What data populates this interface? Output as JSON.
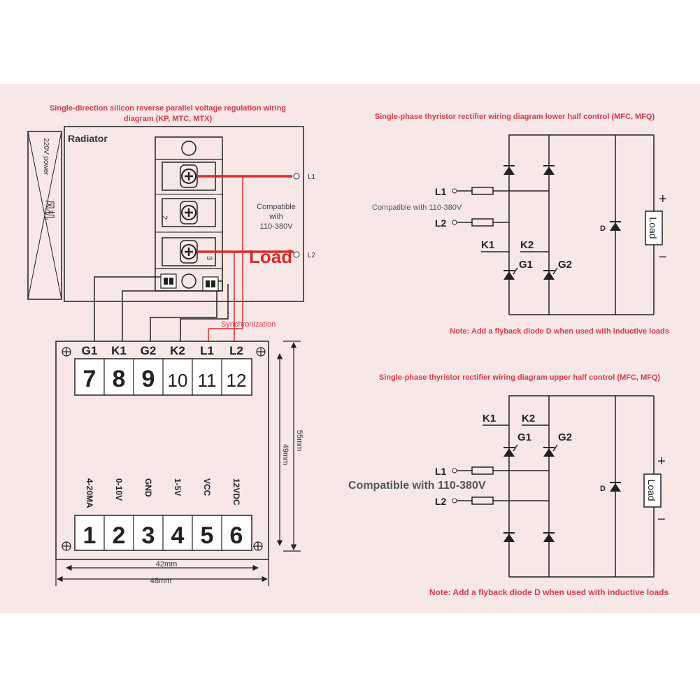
{
  "left_diagram": {
    "title_line1": "Single-direction silicon reverse parallel voltage regulation wiring",
    "title_line2": "diagram (KP, MTC, MTX)",
    "radiator_label": "Radiator",
    "fan_power_label": "220V power",
    "fan_label": "风机",
    "module_terminal_2": "2",
    "module_terminal_3": "3",
    "line1_label": "L1",
    "line2_label": "L2",
    "compatible_line1": "Compatible",
    "compatible_line2": "with",
    "compatible_line3": "110-380V",
    "load_label": "Load",
    "sync_label": "Synchronization",
    "top_terminals": [
      {
        "name": "G1",
        "number": "7"
      },
      {
        "name": "K1",
        "number": "8"
      },
      {
        "name": "G2",
        "number": "9"
      },
      {
        "name": "K2",
        "number": "10"
      },
      {
        "name": "L1",
        "number": "11"
      },
      {
        "name": "L2",
        "number": "12"
      }
    ],
    "bottom_terminals": [
      {
        "name": "4-20MA",
        "number": "1"
      },
      {
        "name": "0-10V",
        "number": "2"
      },
      {
        "name": "GND",
        "number": "3"
      },
      {
        "name": "1-5V",
        "number": "4"
      },
      {
        "name": "VCC",
        "number": "5"
      },
      {
        "name": "12VDC",
        "number": "6"
      }
    ],
    "dim_55": "55mm",
    "dim_49": "49mm",
    "dim_42": "42mm",
    "dim_48": "48mm"
  },
  "right_top": {
    "title": "Single-phase thyristor rectifier wiring diagram lower half control (MFC, MFQ)",
    "l1": "L1",
    "l2": "L2",
    "compatible": "Compatible with 110-380V",
    "k1": "K1",
    "k2": "K2",
    "g1": "G1",
    "g2": "G2",
    "d": "D",
    "load": "Load",
    "plus": "+",
    "minus": "−",
    "note": "Note: Add a flyback diode D when used with inductive loads"
  },
  "right_bottom": {
    "title": "Single-phase thyristor rectifier wiring diagram upper half control (MFC, MFQ)",
    "k1": "K1",
    "k2": "K2",
    "g1": "G1",
    "g2": "G2",
    "l1": "L1",
    "l2": "L2",
    "compatible": "Compatible with 110-380V",
    "d": "D",
    "load": "Load",
    "plus": "+",
    "minus": "−",
    "note": "Note: Add a flyback diode D when used with inductive loads"
  },
  "colors": {
    "background": "#f7e7e7",
    "line": "#222222",
    "red_title": "#d63b4a",
    "red_wire": "#d92b2b",
    "gray_text": "#555555"
  }
}
